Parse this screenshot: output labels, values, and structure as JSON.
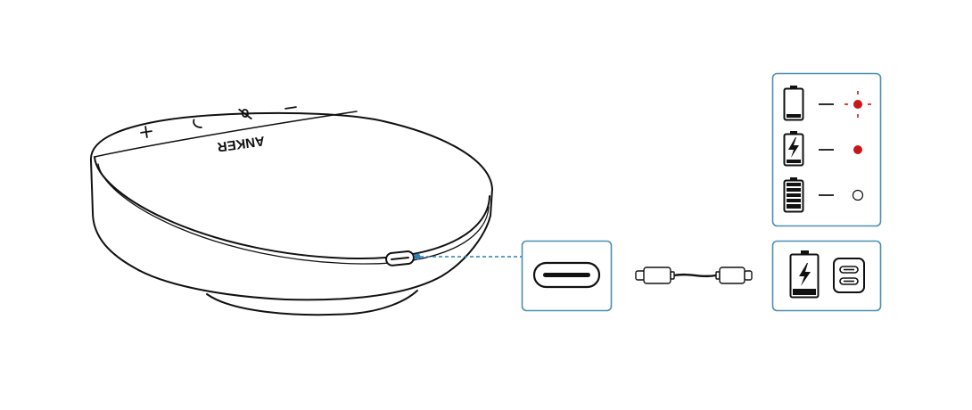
{
  "device": {
    "brand": "ANKER",
    "button_icons": [
      "plus-icon",
      "phone-icon",
      "mute-icon",
      "minus-icon"
    ]
  },
  "indicators": [
    {
      "battery": "low",
      "icon": "battery-low-icon",
      "led": "red-flashing",
      "led_icon": "led-flashing-icon"
    },
    {
      "battery": "charging",
      "icon": "battery-charging-icon",
      "led": "red-solid",
      "led_icon": "led-solid-icon"
    },
    {
      "battery": "full",
      "icon": "battery-full-icon",
      "led": "off",
      "led_icon": "led-off-icon"
    }
  ],
  "colors": {
    "stroke": "#111111",
    "panel_border": "#4a8fb0",
    "connector_line": "#2f7fb6",
    "led_red": "#c8171c"
  },
  "icons": {
    "usb_port": "usb-c-port-icon",
    "cable": "usb-c-cable-icon",
    "power_source_battery": "charging-battery-icon",
    "power_adapter": "usb-c-power-adapter-icon"
  }
}
